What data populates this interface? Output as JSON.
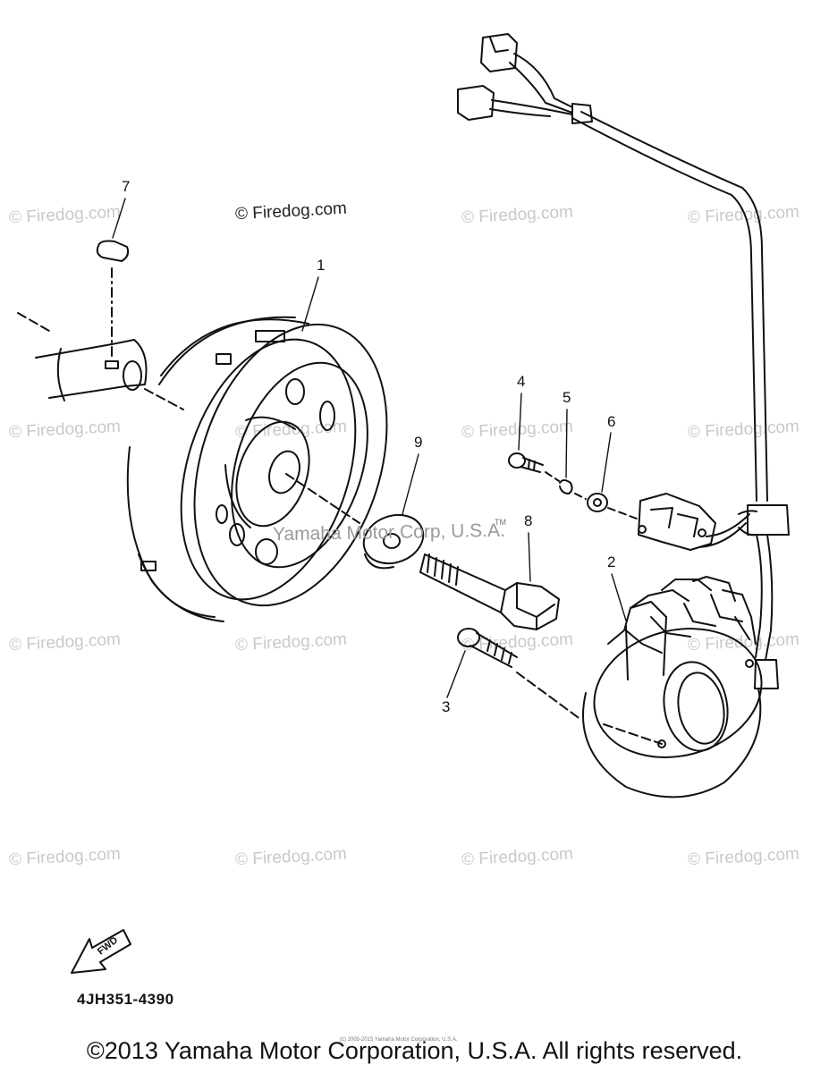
{
  "watermarks": {
    "text": "© Firedog.com"
  },
  "center_watermark": "Yamaha Motor Corp, U.S.A.",
  "trademark": "TM",
  "callouts": {
    "c1": "1",
    "c2": "2",
    "c3": "3",
    "c4": "4",
    "c5": "5",
    "c6": "6",
    "c7": "7",
    "c8": "8",
    "c9": "9"
  },
  "fwd_label": "FWD",
  "figure_code": "4JH351-4390",
  "tiny_copyright": "(c) 2005-2015 Yamaha Motor Corporation, U.S.A.",
  "copyright": "©2013 Yamaha Motor Corporation, U.S.A. All rights reserved."
}
